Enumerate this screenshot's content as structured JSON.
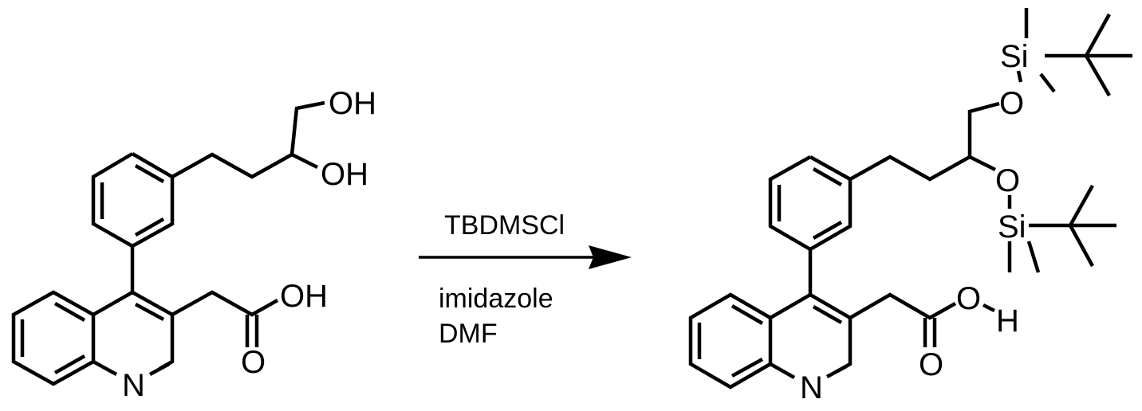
{
  "reaction": {
    "arrow_color": "#000000",
    "reagent_above": "TBDMSCl",
    "reagents_below": [
      "imidazole",
      "DMF"
    ]
  },
  "reactant": {
    "name": "diol-quinoline-acetic-acid",
    "labels": {
      "primary_oh": "OH",
      "secondary_oh": "OH",
      "acid_oh": "OH",
      "carbonyl_o": "O",
      "ring_n": "N"
    }
  },
  "product": {
    "name": "bis-TBDMS-ether-quinoline-acetic-acid",
    "labels": {
      "si_top": "Si",
      "o_top": "O",
      "o_mid": "O",
      "si_bottom": "Si",
      "acid_o": "O",
      "acid_h": "H",
      "carbonyl_o": "O",
      "ring_n": "N"
    }
  }
}
